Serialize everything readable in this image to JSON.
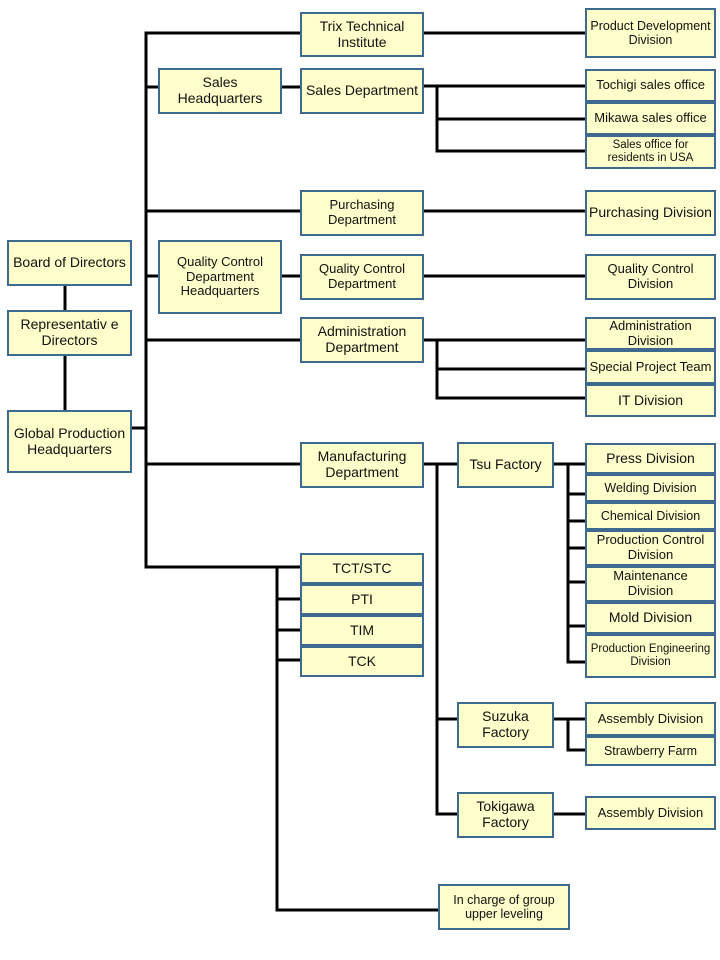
{
  "colors": {
    "box_fill": "#ffffcc",
    "box_border": "#3d6a8e",
    "connector": "#000000"
  },
  "org": {
    "board": "Board of Directors",
    "representative": "Representativ e Directors",
    "global": "Global Production Headquarters",
    "sales_hq": "Sales Headquarters",
    "qc_hq": "Quality Control Department Headquarters",
    "departments": {
      "trix": "Trix Technical Institute",
      "sales": "Sales Department",
      "purchasing": "Purchasing Department",
      "qc": "Quality Control Department",
      "admin": "Administration Department",
      "manufacturing": "Manufacturing Department"
    },
    "divisions": {
      "product_dev": "Product Development Division",
      "tochigi": "Tochigi sales office",
      "mikawa": "Mikawa sales office",
      "usa": "Sales office for residents in USA",
      "purchasing": "Purchasing Division",
      "qc": "Quality Control Division",
      "admin": "Administration Division",
      "special": "Special Project Team",
      "it": "IT Division"
    },
    "factories": {
      "tsu": "Tsu Factory",
      "suzuka": "Suzuka Factory",
      "tokigawa": "Tokigawa Factory"
    },
    "tsu_divisions": {
      "press": "Press Division",
      "welding": "Welding Division",
      "chemical": "Chemical Division",
      "production_control": "Production Control Division",
      "maintenance": "Maintenance Division",
      "mold": "Mold Division",
      "production_engineering": "Production Engineering Division"
    },
    "suzuka_divisions": {
      "assembly": "Assembly Division",
      "strawberry": "Strawberry Farm"
    },
    "tokigawa_divisions": {
      "assembly": "Assembly Division"
    },
    "affiliates": {
      "tct_stc": "TCT/STC",
      "pti": "PTI",
      "tim": "TIM",
      "tck": "TCK"
    },
    "group_leveling": "In charge of group upper leveling"
  }
}
